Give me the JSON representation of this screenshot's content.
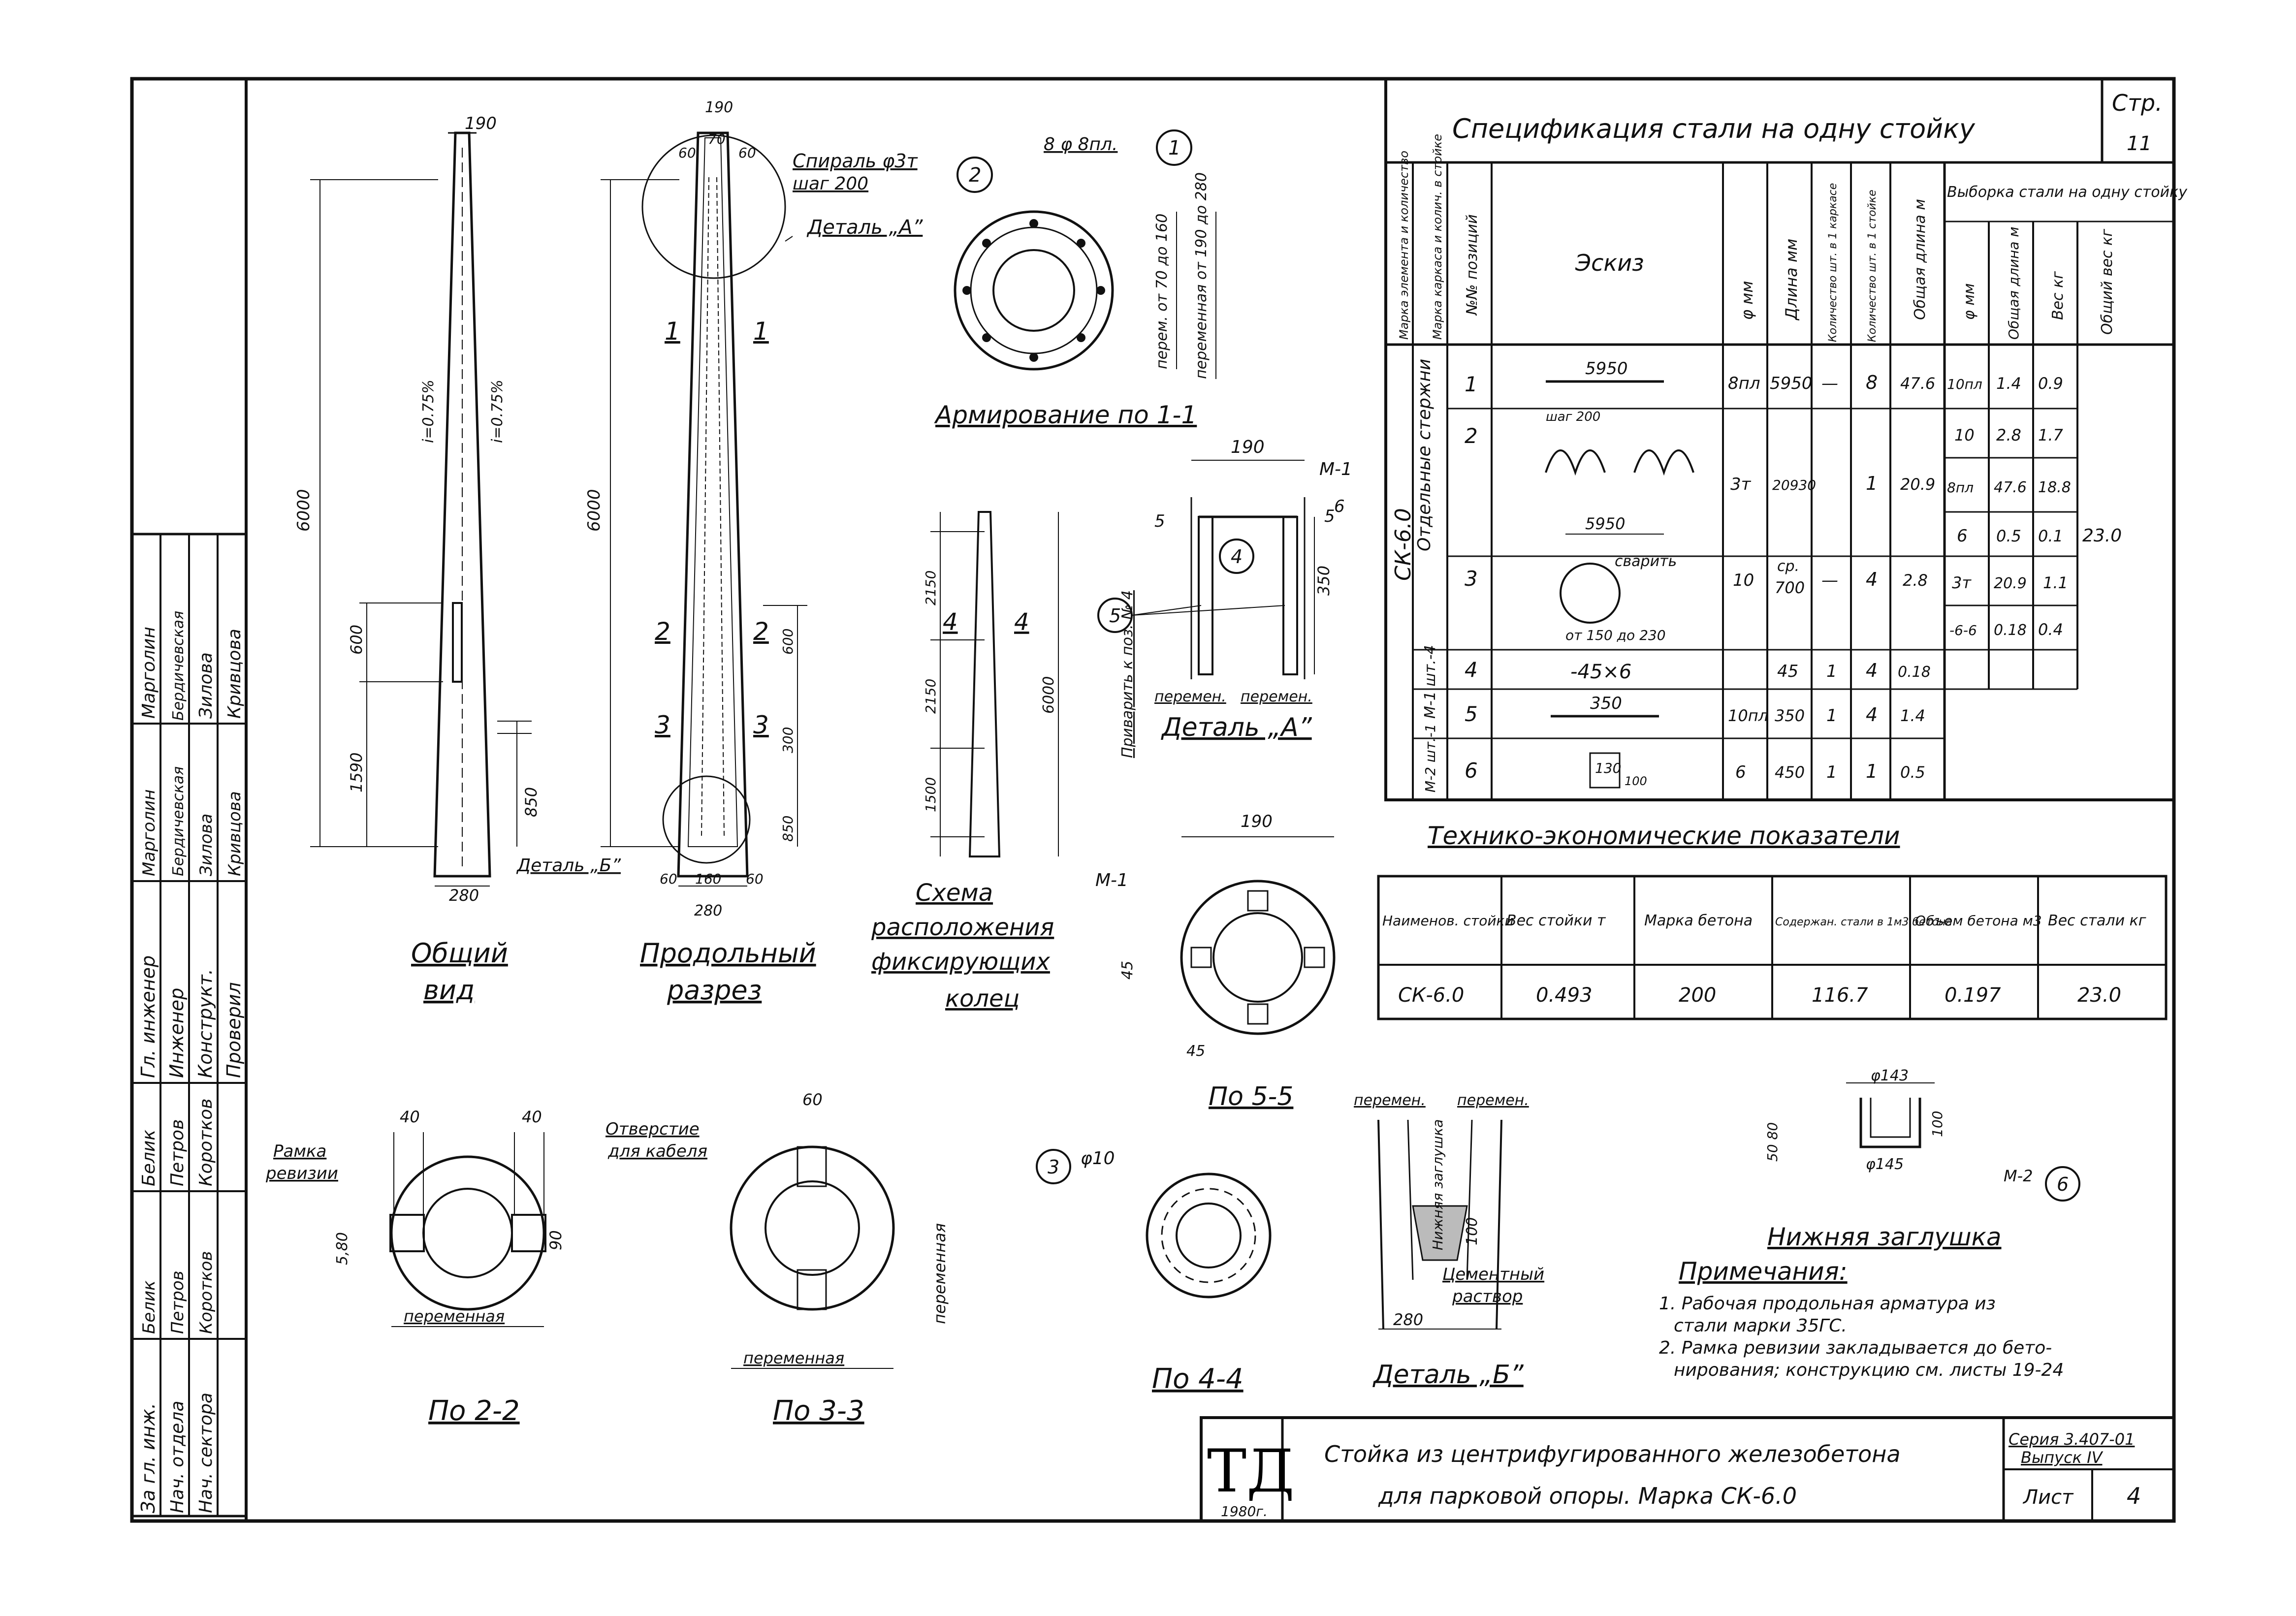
{
  "sheet": {
    "page": "Стр.",
    "page_no": "11",
    "stamp_org": "ТД",
    "stamp_year": "1980г."
  },
  "views": {
    "general_title_1": "Общий",
    "general_title_2": "вид",
    "long_title_1": "Продольный",
    "long_title_2": "разрез",
    "rings_title": [
      "Схема",
      "расположения",
      "фиксирующих",
      "колец"
    ],
    "reinf_title": "Армирование по 1-1",
    "detail_a_title": "Деталь „А”",
    "detail_b_title": "Деталь „Б”",
    "sec55": "По 5-5",
    "sec22": "По 2-2",
    "sec33": "По 3-3",
    "sec44": "По 4-4",
    "plug_title": "Нижняя заглушка",
    "dim": {
      "top190": "190",
      "h6000": "6000",
      "slope": "i=0.75%",
      "d600": "600",
      "d1590": "1590",
      "d850": "850",
      "d100": "100",
      "b280": "280",
      "d60": "60",
      "d160": "160",
      "d70": "70",
      "d2150": "2150",
      "d1500": "1500",
      "d350": "350",
      "d300": "300",
      "d5": "5",
      "d45": "45",
      "d40": "40",
      "d90": "90",
      "d580": "5,80",
      "d10": "10",
      "d50": "50",
      "d80": "80"
    },
    "labels": {
      "spiral": "Спираль φ3т",
      "step": "шаг 200",
      "detail_a_ref": "Деталь „А”",
      "bars": "8 φ 8пл.",
      "inner_var": "перем. от 70 до 160",
      "outer_var": "переменная от 190 до 280",
      "m1": "М-1",
      "m2": "М-2",
      "weld": "Приварить к поз. № 4",
      "detail_b_ref": "Деталь „Б”",
      "var": "перемен.",
      "variable": "переменная",
      "frame": "Рамка ревизии",
      "hole": "Отверстие для кабеля",
      "phi10": "φ10",
      "plug": "Нижняя заглушка",
      "mortar": "Цементный раствор",
      "phi143": "φ143",
      "phi145": "φ145"
    }
  },
  "spec": {
    "title": "Спецификация стали на одну стойку",
    "headers": [
      "Марка элемента и количество",
      "Марка каркаса и колич. в стойке",
      "№№ позиций",
      "Эскиз",
      "φ мм",
      "Длина мм",
      "Количество шт. в 1 каркасе",
      "Количество шт. в 1 стойке",
      "Общая длина м"
    ],
    "sample_header": "Выборка стали на одну стойку",
    "sample_cols": [
      "φ мм",
      "Общая длина м",
      "Вес кг",
      "Общий вес кг"
    ],
    "mark": "СК-6.0",
    "group1": "Отдельные стержни",
    "group2": "М-1 шт.-4",
    "group3": "М-2 шт.-1",
    "rows": [
      {
        "pos": "1",
        "sketch": "5950",
        "d": "8пл",
        "len": "5950",
        "k1": "—",
        "k2": "8",
        "tot": "47.6"
      },
      {
        "pos": "2",
        "sketch": "шаг 200 / 5950",
        "d": "3т",
        "len": "20930",
        "k1": "",
        "k2": "1",
        "tot": "20.9"
      },
      {
        "pos": "3",
        "sketch": "сварить / от 150 до 230",
        "d": "10",
        "len": "ср. 700",
        "k1": "—",
        "k2": "4",
        "tot": "2.8"
      },
      {
        "pos": "4",
        "sketch": "-45×6",
        "d": "",
        "len": "45",
        "k1": "1",
        "k2": "4",
        "tot": "0.18"
      },
      {
        "pos": "5",
        "sketch": "350",
        "d": "10пл",
        "len": "350",
        "k1": "1",
        "k2": "4",
        "tot": "1.4"
      },
      {
        "pos": "6",
        "sketch": "130 / 100",
        "d": "6",
        "len": "450",
        "k1": "1",
        "k2": "1",
        "tot": "0.5"
      }
    ],
    "sample_rows": [
      {
        "d": "10пл",
        "len": "1.4",
        "w": "0.9"
      },
      {
        "d": "10",
        "len": "2.8",
        "w": "1.7"
      },
      {
        "d": "8пл",
        "len": "47.6",
        "w": "18.8"
      },
      {
        "d": "6",
        "len": "0.5",
        "w": "0.1"
      },
      {
        "d": "3т",
        "len": "20.9",
        "w": "1.1"
      },
      {
        "d": "-6-6",
        "len": "0.18",
        "w": "0.4"
      }
    ],
    "total_weight": "23.0"
  },
  "tei": {
    "title": "Технико-экономические показатели",
    "headers": [
      "Наименов. стойки",
      "Вес стойки т",
      "Марка бетона",
      "Содержан. стали в 1м3 бетона",
      "Объем бетона м3",
      "Вес стали кг"
    ],
    "row": [
      "СК-6.0",
      "0.493",
      "200",
      "116.7",
      "0.197",
      "23.0"
    ]
  },
  "notes": {
    "title": "Примечания:",
    "lines": [
      "1. Рабочая продольная арматура из",
      "стали марки 35ГС.",
      "2. Рамка ревизии закладывается до бето-",
      "нирования; конструкцию см. листы 19-24"
    ]
  },
  "left_table": {
    "roles": [
      "Гл. инженер",
      "Инженер",
      "Конструкт.",
      "Проверил"
    ],
    "names": [
      "Марголин",
      "Бердичевская",
      "Зилова",
      "Кривцова"
    ],
    "sigs": [
      "Марголин",
      "Бердичевская",
      "Зилова",
      "Кривцова"
    ],
    "roles2": [
      "За гл. инж.",
      "Нач. отдела",
      "Нач. сектора"
    ],
    "names2": [
      "Белик",
      "Петров",
      "Коротков"
    ],
    "sigs2": [
      "Белик",
      "Петров",
      "Коротков"
    ]
  },
  "title_block": {
    "line1": "Стойка из центрифугированного железобетона",
    "line2": "для парковой опоры.   Марка СК-6.0",
    "series": "Серия 3.407-01",
    "issue": "Выпуск IV",
    "sheet_label": "Лист",
    "sheet_no": "4"
  }
}
